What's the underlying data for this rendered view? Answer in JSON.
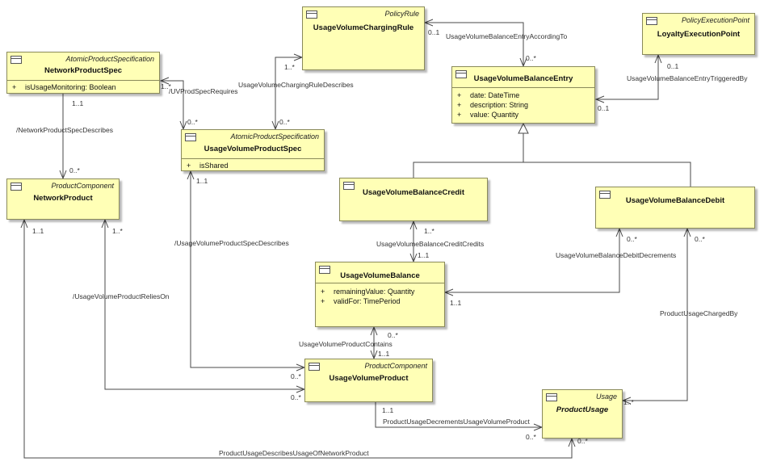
{
  "classes": {
    "nps": {
      "name": "NetworkProductSpec",
      "stereotype": "AtomicProductSpecification",
      "attributes": [
        {
          "vis": "+",
          "text": "isUsageMonitoring: Boolean"
        }
      ]
    },
    "np": {
      "name": "NetworkProduct",
      "stereotype": "ProductComponent",
      "attributes": []
    },
    "uvcr": {
      "name": "UsageVolumeChargingRule",
      "stereotype": "PolicyRule",
      "attributes": []
    },
    "uvps": {
      "name": "UsageVolumeProductSpec",
      "stereotype": "AtomicProductSpecification",
      "attributes": [
        {
          "vis": "+",
          "text": "isShared"
        }
      ]
    },
    "uvbe": {
      "name": "UsageVolumeBalanceEntry",
      "stereotype": "",
      "attributes": [
        {
          "vis": "+",
          "text": "date: DateTime"
        },
        {
          "vis": "+",
          "text": "description: String"
        },
        {
          "vis": "+",
          "text": "value: Quantity"
        }
      ]
    },
    "lep": {
      "name": "LoyaltyExecutionPoint",
      "stereotype": "PolicyExecutionPoint",
      "attributes": []
    },
    "uvbc": {
      "name": "UsageVolumeBalanceCredit",
      "stereotype": "",
      "attributes": []
    },
    "uvbd": {
      "name": "UsageVolumeBalanceDebit",
      "stereotype": "",
      "attributes": []
    },
    "uvb": {
      "name": "UsageVolumeBalance",
      "stereotype": "",
      "attributes": [
        {
          "vis": "+",
          "text": "remainingValue: Quantity"
        },
        {
          "vis": "+",
          "text": "validFor: TimePeriod"
        }
      ]
    },
    "uvp": {
      "name": "UsageVolumeProduct",
      "stereotype": "ProductComponent",
      "attributes": []
    },
    "pu": {
      "name": "ProductUsage",
      "stereotype": "Usage",
      "attributes": []
    }
  },
  "associations": {
    "nps_np": {
      "label": "/NetworkProductSpecDescribes",
      "m1": "1..1",
      "m2": "0..*"
    },
    "nps_uvps": {
      "label": "/UVProdSpecRequires",
      "m1": "1..*",
      "m2": "0..*"
    },
    "uvcr_uvps": {
      "label": "UsageVolumeChargingRuleDescribes",
      "m1": "1..*",
      "m2": "0..*"
    },
    "uvcr_uvbe": {
      "label": "UsageVolumeBalanceEntryAccordingTo",
      "m1": "0..1",
      "m2": "0..*"
    },
    "lep_uvbe": {
      "label": "UsageVolumeBalanceEntryTriggeredBy",
      "m1": "0..1",
      "m2": "0..1"
    },
    "uvps_uvp": {
      "label": "/UsageVolumeProductSpecDescribes",
      "m1": "1..1",
      "m2": "0..*"
    },
    "np_uvp": {
      "label": "/UsageVolumeProductReliesOn",
      "m1": "1..*",
      "m2": "0..*"
    },
    "uvbc_uvb": {
      "label": "UsageVolumeBalanceCreditCredits",
      "m1": "1..*",
      "m2": "1..1"
    },
    "uvbd_uvb": {
      "label": "UsageVolumeBalanceDebitDecrements",
      "m1": "0..*",
      "m2": "1..1"
    },
    "uvb_uvp": {
      "label": "UsageVolumeProductContains",
      "m1": "0..*",
      "m2": "1..1"
    },
    "uvbd_pu": {
      "label": "ProductUsageChargedBy",
      "m1": "0..*",
      "m2": "1..*"
    },
    "uvp_pu": {
      "label": "ProductUsageDecrementsUsageVolumeProduct",
      "m1": "1..1",
      "m2": "0..*"
    },
    "np_pu": {
      "label": "ProductUsageDescribesUsageOfNetworkProduct",
      "m1": "1..1",
      "m2": "0..*"
    }
  }
}
